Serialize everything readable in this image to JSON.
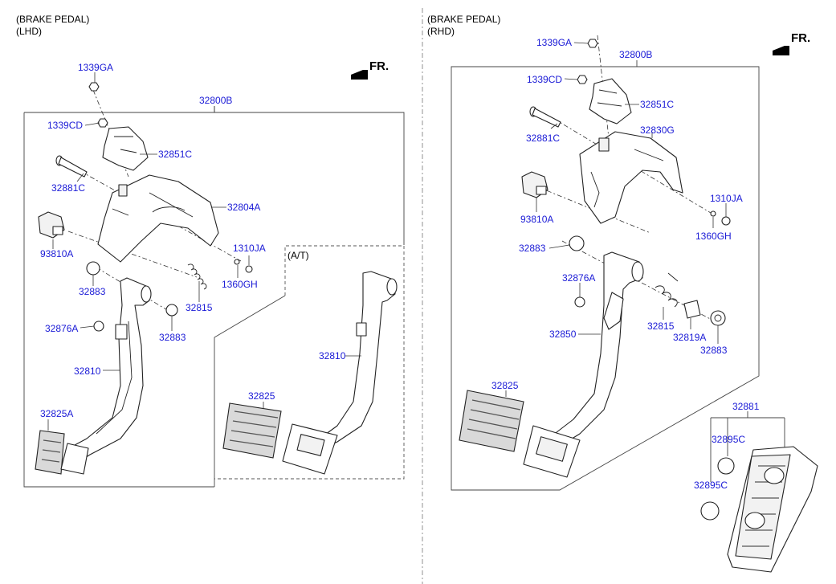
{
  "left_panel": {
    "title_line1": "(BRAKE PEDAL)",
    "title_line2": "(LHD)",
    "fr_label": "FR.",
    "at_label": "(A/T)",
    "callouts": {
      "c1339GA": "1339GA",
      "c32800B": "32800B",
      "c1339CD": "1339CD",
      "c32851C": "32851C",
      "c32881C": "32881C",
      "c32804A": "32804A",
      "c93810A": "93810A",
      "c1310JA": "1310JA",
      "c1360GH": "1360GH",
      "c32883a": "32883",
      "c32815": "32815",
      "c32883b": "32883",
      "c32876A": "32876A",
      "c32810": "32810",
      "c32825A": "32825A",
      "c32810_at": "32810",
      "c32825_at": "32825"
    }
  },
  "right_panel": {
    "title_line1": "(BRAKE PEDAL)",
    "title_line2": "(RHD)",
    "fr_label": "FR.",
    "callouts": {
      "c1339GA": "1339GA",
      "c32800B": "32800B",
      "c1339CD": "1339CD",
      "c32851C": "32851C",
      "c32881C": "32881C",
      "c32830G": "32830G",
      "c93810A": "93810A",
      "c1310JA": "1310JA",
      "c1360GH": "1360GH",
      "c32883a": "32883",
      "c32876A": "32876A",
      "c32850": "32850",
      "c32815": "32815",
      "c32819A": "32819A",
      "c32883b": "32883",
      "c32825": "32825",
      "c32881": "32881",
      "c32895C_a": "32895C",
      "c32895C_b": "32895C"
    }
  }
}
